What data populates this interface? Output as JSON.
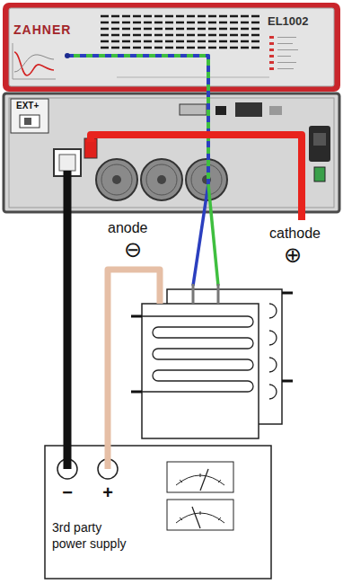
{
  "diagram": {
    "nodes": [
      {
        "text": [
          "ZAHNER",
          "EL1002"
        ]
      },
      {
        "text": [
          "EXT+"
        ]
      },
      {
        "text": [
          "−",
          "+",
          "3rd party power supply"
        ]
      }
    ],
    "edges": [
      {
        "from": 1,
        "to": 2,
        "arrow": "none"
      }
    ],
    "labels": [
      "anode",
      "⊖",
      "cathode",
      "⊕"
    ]
  }
}
